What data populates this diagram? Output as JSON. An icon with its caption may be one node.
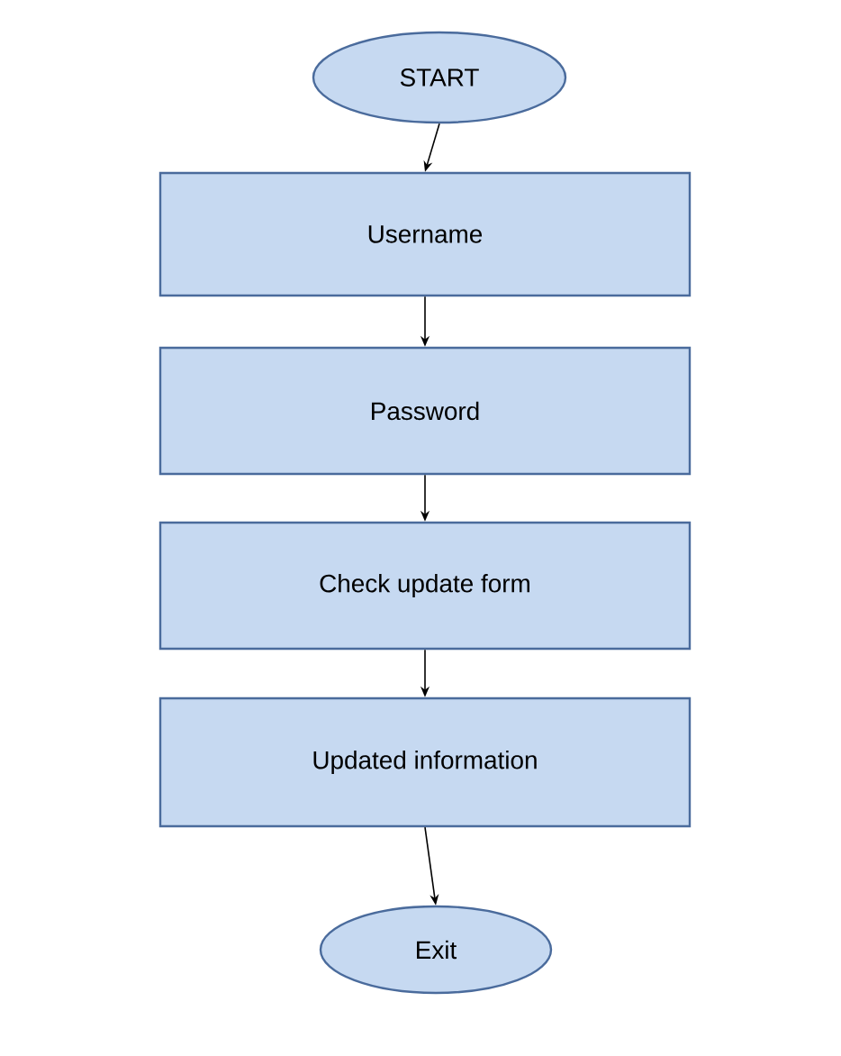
{
  "diagram": {
    "nodes": [
      {
        "text": [
          "START"
        ]
      },
      {
        "text": [
          "Username"
        ]
      },
      {
        "text": [
          "Password"
        ]
      },
      {
        "text": [
          "Check update form"
        ]
      },
      {
        "text": [
          "Updated information"
        ]
      },
      {
        "text": [
          "Exit"
        ]
      }
    ],
    "edges": [
      {
        "from": 0,
        "to": 1,
        "arrow": "to"
      },
      {
        "from": 1,
        "to": 2,
        "arrow": "to"
      },
      {
        "from": 2,
        "to": 3,
        "arrow": "to"
      },
      {
        "from": 3,
        "to": 4,
        "arrow": "to"
      },
      {
        "from": 4,
        "to": 5,
        "arrow": "to"
      }
    ]
  }
}
